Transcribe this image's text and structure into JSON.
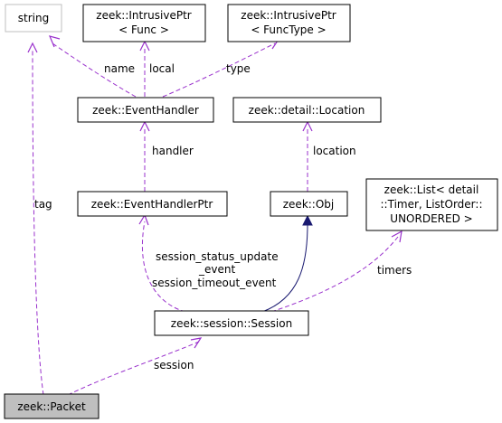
{
  "diagram": {
    "nodes": {
      "string": "string",
      "ptr_func_1": "zeek::IntrusivePtr",
      "ptr_func_2": "< Func >",
      "ptr_functype_1": "zeek::IntrusivePtr",
      "ptr_functype_2": "< FuncType >",
      "event_handler": "zeek::EventHandler",
      "location": "zeek::detail::Location",
      "event_handler_ptr": "zeek::EventHandlerPtr",
      "obj": "zeek::Obj",
      "list_1": "zeek::List< detail",
      "list_2": "::Timer, ListOrder::",
      "list_3": "UNORDERED >",
      "session": "zeek::session::Session",
      "packet": "zeek::Packet"
    },
    "edges": {
      "name": "name",
      "local": "local",
      "type": "type",
      "handler": "handler",
      "location": "location",
      "tag": "tag",
      "session_status_1": "session_status_update",
      "session_status_2": "_event",
      "session_timeout": "session_timeout_event",
      "timers": "timers",
      "session": "session"
    },
    "colors": {
      "member_edge": "#9a32cd",
      "inherit_edge": "#191970",
      "focus_fill": "#bfbfbf",
      "muted_border": "#bfbfbf"
    }
  }
}
